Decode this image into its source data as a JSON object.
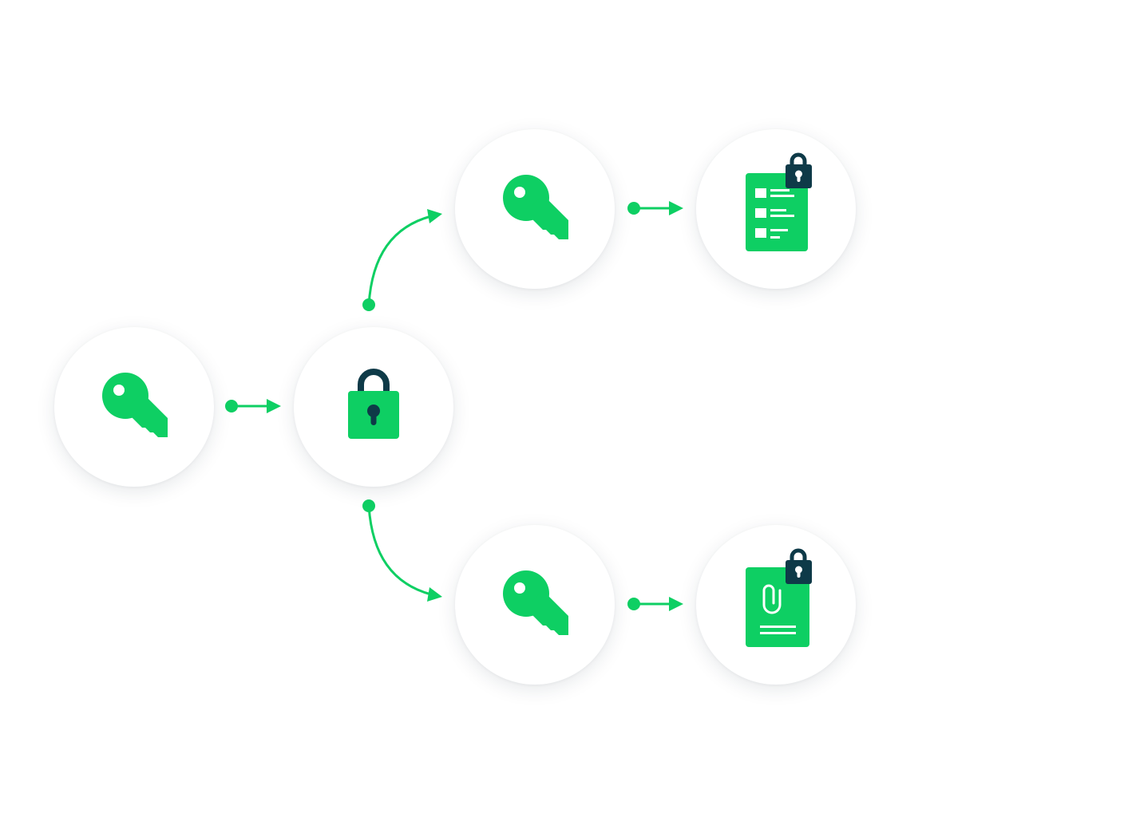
{
  "colors": {
    "accent": "#0ecf63",
    "dark": "#0e3a48",
    "background": "#ffffff"
  },
  "nodes": [
    {
      "id": "master-key",
      "icon": "key-icon"
    },
    {
      "id": "vault-lock",
      "icon": "padlock-icon"
    },
    {
      "id": "item-key-top",
      "icon": "key-icon"
    },
    {
      "id": "item-key-bottom",
      "icon": "key-icon"
    },
    {
      "id": "encrypted-list",
      "icon": "locked-list-document-icon"
    },
    {
      "id": "encrypted-attachment",
      "icon": "locked-attachment-document-icon"
    }
  ],
  "edges": [
    {
      "from": "master-key",
      "to": "vault-lock"
    },
    {
      "from": "vault-lock",
      "to": "item-key-top"
    },
    {
      "from": "vault-lock",
      "to": "item-key-bottom"
    },
    {
      "from": "item-key-top",
      "to": "encrypted-list"
    },
    {
      "from": "item-key-bottom",
      "to": "encrypted-attachment"
    }
  ]
}
